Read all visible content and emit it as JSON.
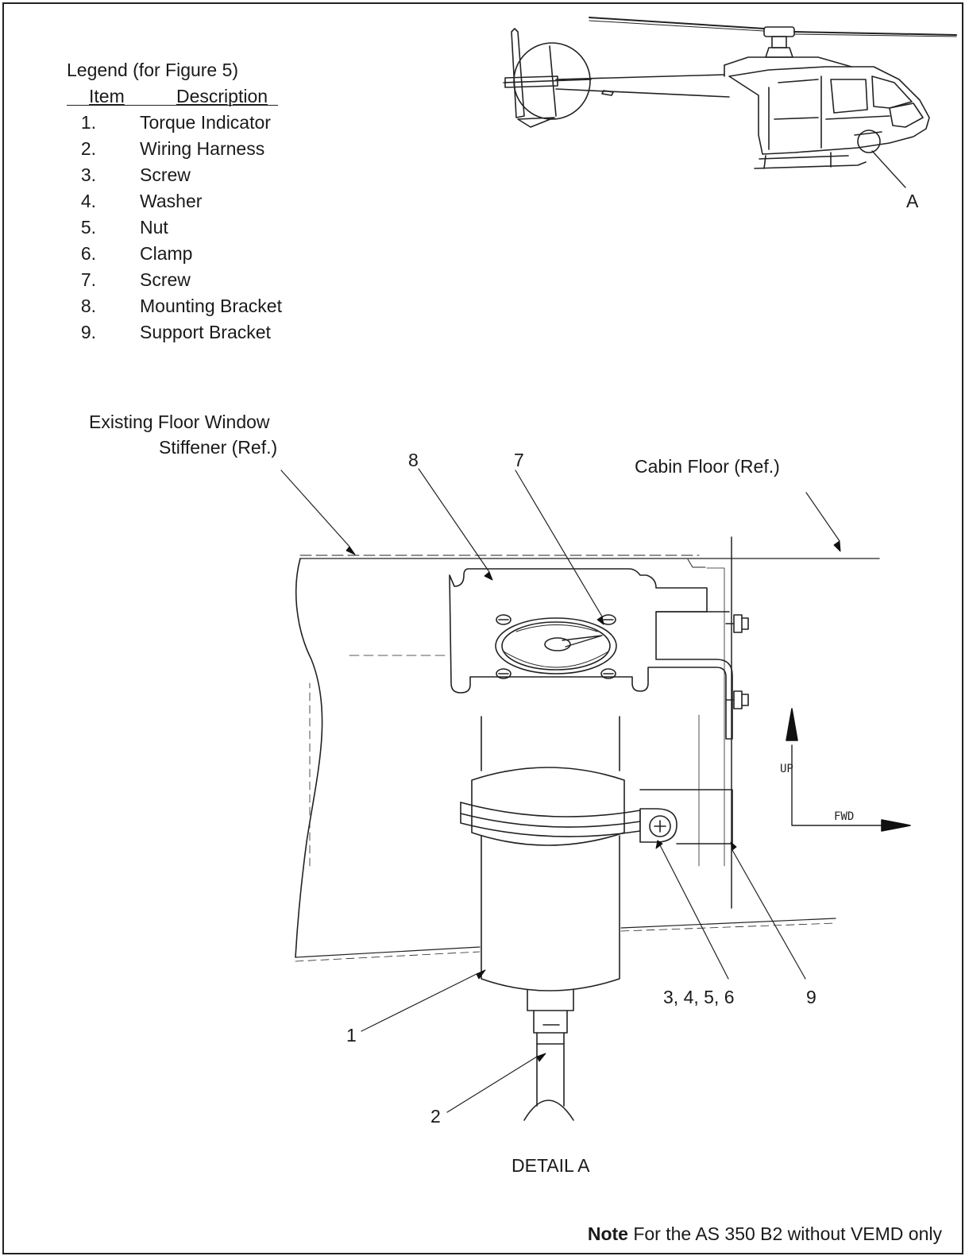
{
  "legend": {
    "caption": "Legend (for Figure 5)",
    "col_item": "Item",
    "col_description": "Description",
    "items": [
      {
        "num": "1.",
        "desc": "Torque Indicator"
      },
      {
        "num": "2.",
        "desc": "Wiring Harness"
      },
      {
        "num": "3.",
        "desc": "Screw"
      },
      {
        "num": "4.",
        "desc": "Washer"
      },
      {
        "num": "5.",
        "desc": "Nut"
      },
      {
        "num": "6.",
        "desc": "Clamp"
      },
      {
        "num": "7.",
        "desc": "Screw"
      },
      {
        "num": "8.",
        "desc": "Mounting Bracket"
      },
      {
        "num": "9.",
        "desc": "Support Bracket"
      }
    ]
  },
  "labels": {
    "view_ref": "A",
    "stiffener_line1": "Existing Floor Window",
    "stiffener_line2": "Stiffener (Ref.)",
    "cabin_floor": "Cabin Floor (Ref.)",
    "callout_8": "8",
    "callout_7": "7",
    "callout_1": "1",
    "callout_2": "2",
    "callout_3456": "3, 4, 5, 6",
    "callout_9": "9",
    "up": "UP",
    "fwd": "FWD",
    "detail": "DETAIL A"
  },
  "note": {
    "bold": "Note",
    "text": " For the AS 350 B2 without VEMD only"
  },
  "icons": [
    "helicopter-icon",
    "torque-gauge-icon",
    "direction-arrow-icon"
  ]
}
